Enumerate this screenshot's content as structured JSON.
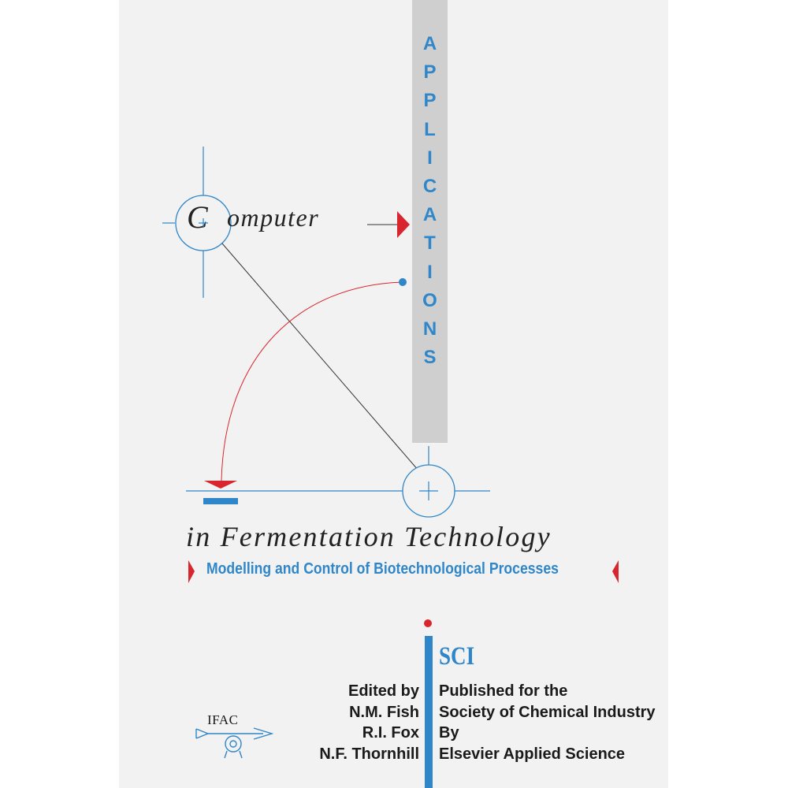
{
  "cover": {
    "vertical_word": [
      "A",
      "P",
      "P",
      "L",
      "I",
      "C",
      "A",
      "T",
      "I",
      "O",
      "N",
      "S"
    ],
    "computer_initial": "C",
    "computer_rest": "omputer",
    "title_line2": "in Fermentation Technology",
    "subtitle": "Modelling and Control of Biotechnological Processes",
    "sci_logo": "SCI",
    "editors": [
      "Edited by",
      "N.M. Fish",
      "R.I. Fox",
      "N.F. Thornhill"
    ],
    "publisher": [
      "Published for the",
      "Society of Chemical Industry",
      "By",
      "Elsevier Applied Science"
    ],
    "ifac_logo": "IFAC"
  },
  "colors": {
    "blue": "#2f86c8",
    "red": "#d9262e",
    "grey_bar": "#cfcfcf",
    "background": "#f2f2f2"
  }
}
